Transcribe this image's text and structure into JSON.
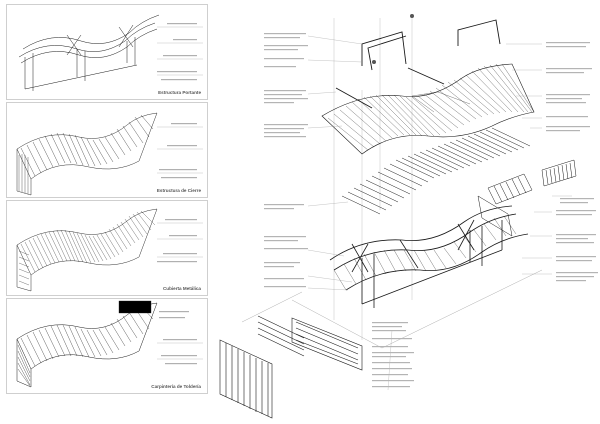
{
  "panels": [
    {
      "title": "Estructura Portante"
    },
    {
      "title": "Estructura de Cierre"
    },
    {
      "title": "Cubierta Metálica"
    },
    {
      "title": "Carpintería de Toldería"
    }
  ],
  "colors": {
    "line": "#1a1a1a",
    "annotation": "#9a9a9a",
    "panel_border": "#cfcfcf"
  }
}
